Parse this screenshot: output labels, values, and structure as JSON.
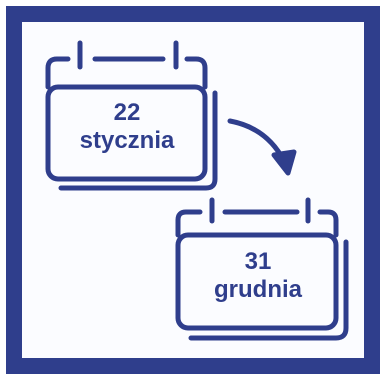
{
  "colors": {
    "frame": "#2f3e8c",
    "background": "#fbfcff",
    "ink": "#2f3e8c"
  },
  "icons": [
    "calendar-icon",
    "calendar-icon",
    "curved-arrow-icon"
  ],
  "from_date": {
    "day": "22",
    "month": "stycznia"
  },
  "to_date": {
    "day": "31",
    "month": "grudnia"
  }
}
